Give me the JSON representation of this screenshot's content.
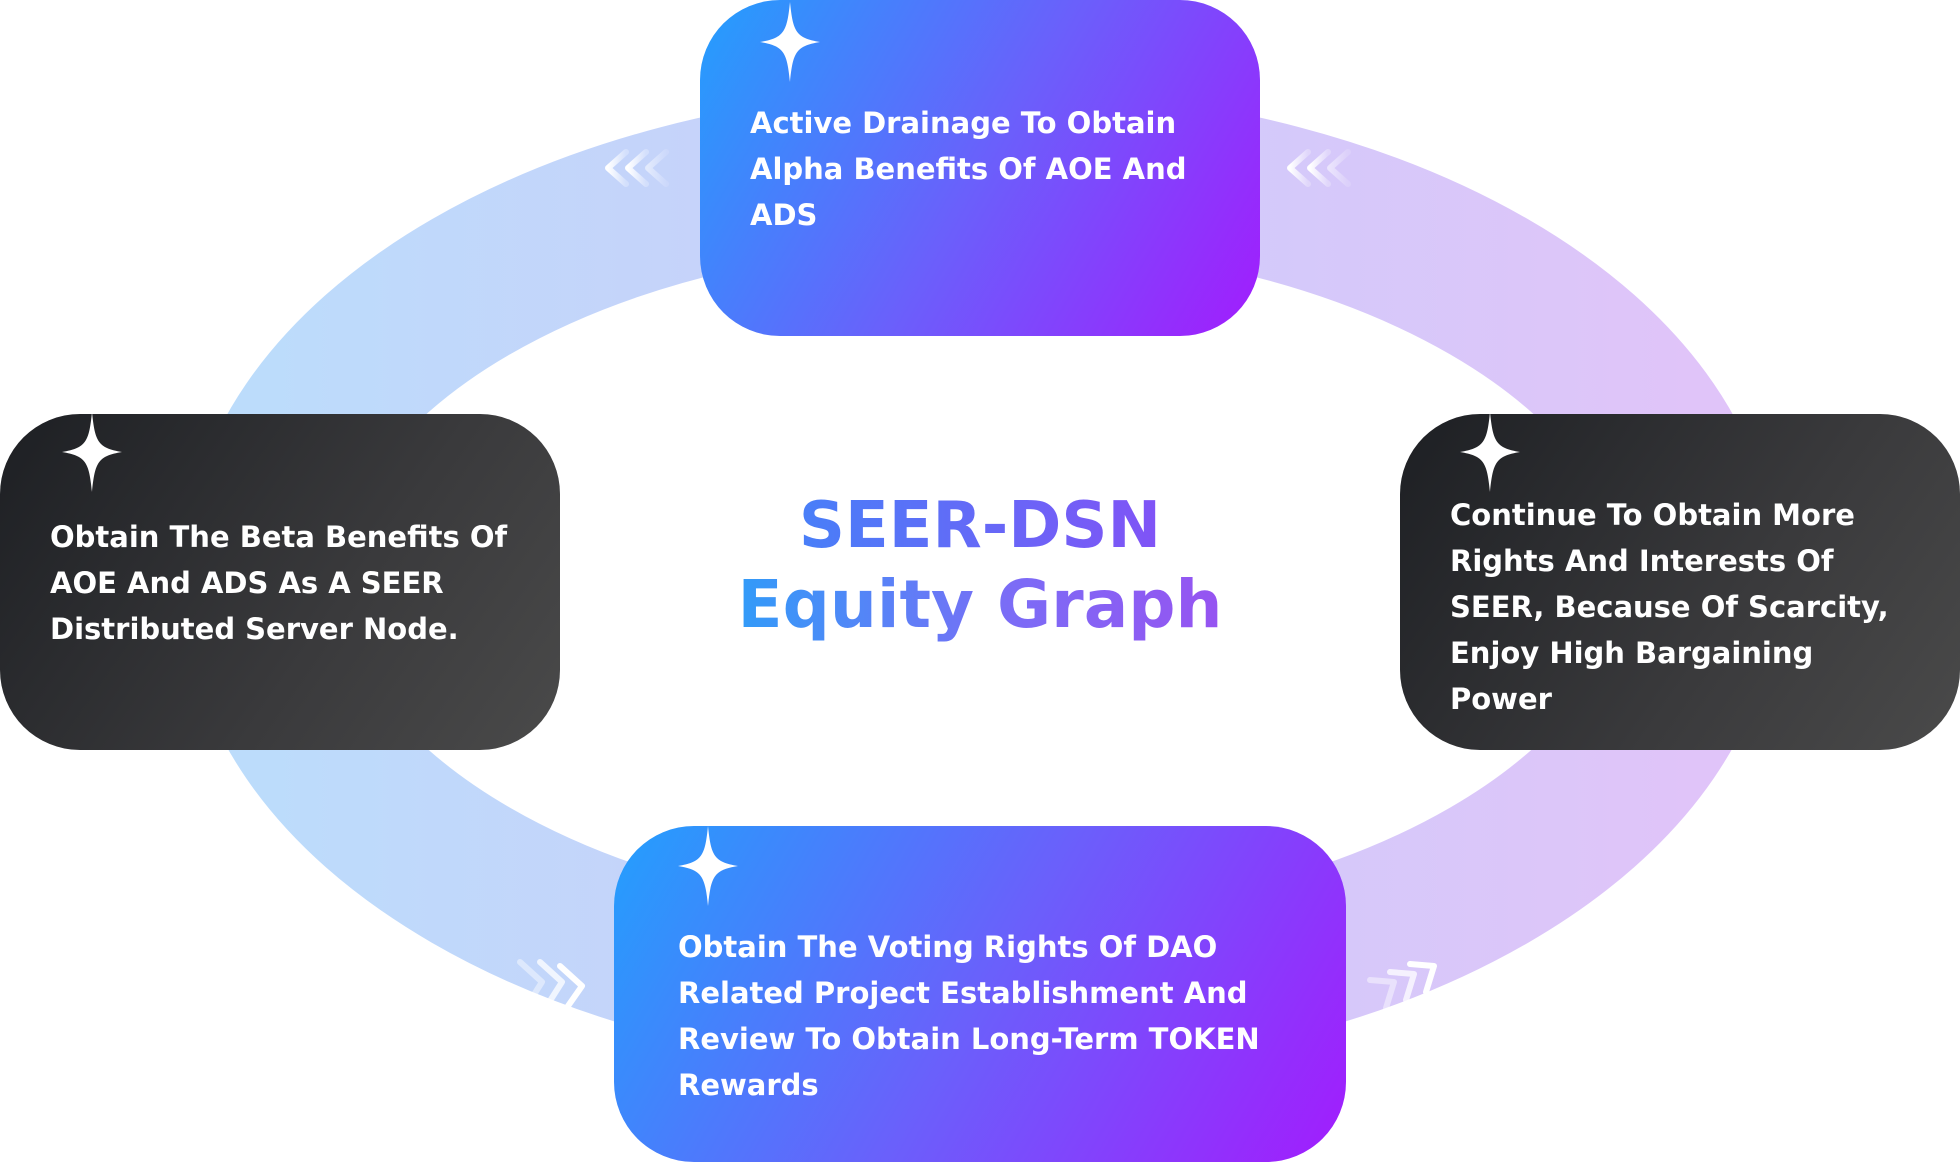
{
  "title": {
    "line1": "SEER-DSN",
    "line2": "Equity Graph"
  },
  "cards": {
    "top": "Active Drainage To Obtain Alpha Benefits Of AOE And ADS",
    "left": "Obtain The Beta Benefits Of AOE And ADS As A SEER Distributed Server Node.",
    "right": "Continue To Obtain More Rights And Interests Of SEER, Because Of Scarcity, Enjoy High Bargaining Power",
    "bottom": "Obtain The Voting Rights Of DAO Related Project Establishment And Review To Obtain Long-Term TOKEN Rewards"
  },
  "colors": {
    "gradient_start": "#239ffd",
    "gradient_mid": "#6a60fb",
    "gradient_end": "#a21cfd",
    "dark_card": "#2a2b2e",
    "ring_left": "#bcd9fb",
    "ring_right": "#dcc2f8"
  },
  "icons": {
    "card_decoration": "sparkle-icon",
    "flow_arrows": "chevron-triple-icon"
  }
}
